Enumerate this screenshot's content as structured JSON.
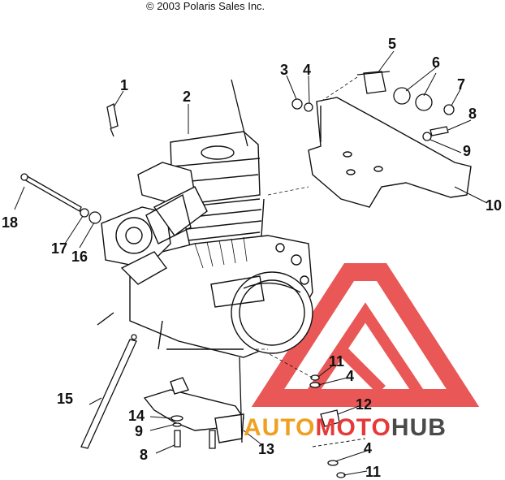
{
  "copyright": "© 2003 Polaris Sales Inc.",
  "callouts": [
    "1",
    "2",
    "3",
    "4",
    "5",
    "6",
    "7",
    "8",
    "9",
    "10",
    "11",
    "4",
    "12",
    "4",
    "11",
    "13",
    "8",
    "9",
    "14",
    "15",
    "16",
    "17",
    "18"
  ],
  "watermark": {
    "part1": "AUTO",
    "part2": "MOTO",
    "part3": "HUB",
    "colors": {
      "red": "#e63a3a",
      "orange": "#f0a020",
      "gray": "#4a4a4a"
    }
  }
}
